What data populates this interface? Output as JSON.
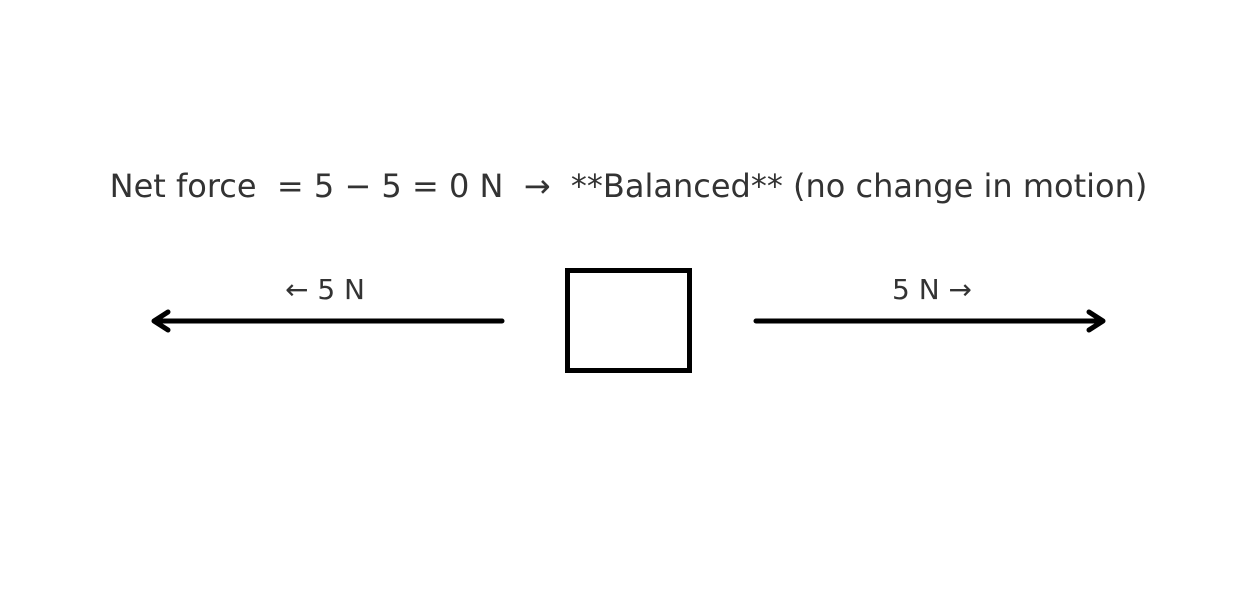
{
  "title": {
    "text": "Net force  = 5 − 5 = 0 N  →  **Balanced** (no change in motion)"
  },
  "forces": {
    "left": {
      "label": "← 5 N"
    },
    "right": {
      "label": "5 N →"
    }
  },
  "colors": {
    "text": "#333333",
    "stroke": "#000000",
    "background": "#ffffff"
  }
}
